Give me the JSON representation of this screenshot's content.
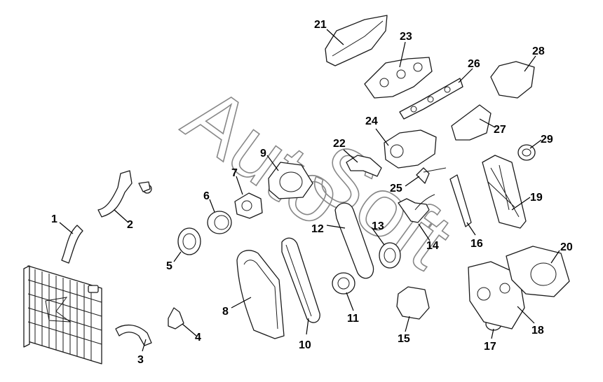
{
  "watermark": {
    "line1": "Auto",
    "line2": "Soft"
  },
  "callouts": [
    {
      "number": "1"
    },
    {
      "number": "2"
    },
    {
      "number": "3"
    },
    {
      "number": "4"
    },
    {
      "number": "5"
    },
    {
      "number": "6"
    },
    {
      "number": "7"
    },
    {
      "number": "8"
    },
    {
      "number": "9"
    },
    {
      "number": "10"
    },
    {
      "number": "11"
    },
    {
      "number": "12"
    },
    {
      "number": "13"
    },
    {
      "number": "14"
    },
    {
      "number": "15"
    },
    {
      "number": "16"
    },
    {
      "number": "17"
    },
    {
      "number": "18"
    },
    {
      "number": "19"
    },
    {
      "number": "20"
    },
    {
      "number": "21"
    },
    {
      "number": "22"
    },
    {
      "number": "23"
    },
    {
      "number": "24"
    },
    {
      "number": "25"
    },
    {
      "number": "26"
    },
    {
      "number": "27"
    },
    {
      "number": "28"
    },
    {
      "number": "29"
    }
  ]
}
